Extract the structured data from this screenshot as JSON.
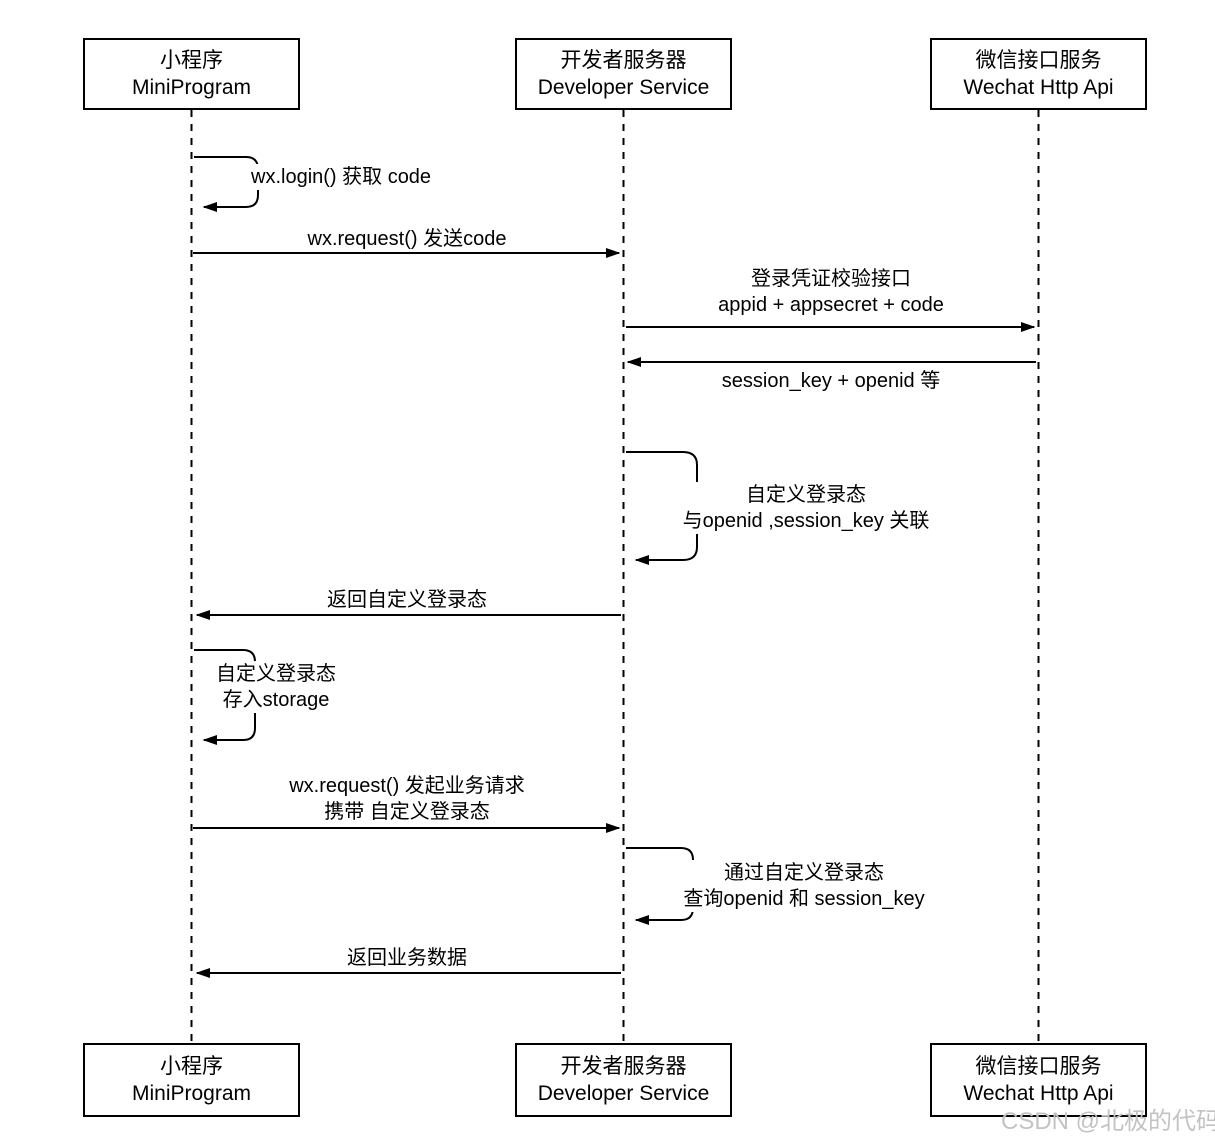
{
  "diagram": {
    "title_semantic": "WeChat MiniProgram login sequence diagram",
    "actors": [
      {
        "zh": "小程序",
        "en": "MiniProgram"
      },
      {
        "zh": "开发者服务器",
        "en": "Developer Service"
      },
      {
        "zh": "微信接口服务",
        "en": "Wechat Http Api"
      }
    ],
    "messages": {
      "login": "wx.login() 获取 code",
      "send_code": "wx.request() 发送code",
      "verify1": "登录凭证校验接口",
      "verify2": "appid + appsecret + code",
      "session_return": "session_key + openid 等",
      "assoc1": "自定义登录态",
      "assoc2": "与openid ,session_key 关联",
      "return_state": "返回自定义登录态",
      "store1": "自定义登录态",
      "store2": "存入storage",
      "bizreq1": "wx.request() 发起业务请求",
      "bizreq2": "携带 自定义登录态",
      "query1": "通过自定义登录态",
      "query2": "查询openid 和 session_key",
      "return_data": "返回业务数据"
    },
    "watermark": "CSDN @北极的代码",
    "colors": {
      "line": "#000000",
      "box_border": "#000000",
      "watermark": "#c3c3c3",
      "background": "#ffffff"
    }
  }
}
